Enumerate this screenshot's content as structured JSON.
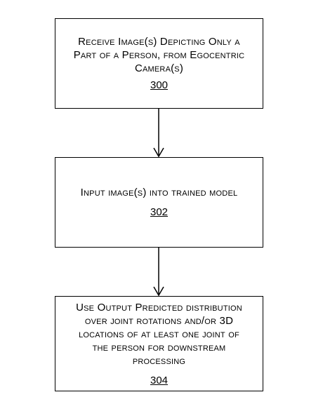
{
  "flowchart": {
    "steps": [
      {
        "text": "Receive Image(s) Depicting Only a\nPart of a Person, from Egocentric\nCamera(s)",
        "ref": "300"
      },
      {
        "text": "Input image(s) into trained model",
        "ref": "302"
      },
      {
        "text": "Use Output Predicted distribution\nover joint rotations and/or 3D\nlocations of at least one joint of\nthe person for downstream\nprocessing",
        "ref": "304"
      }
    ],
    "colors": {
      "line": "#000000",
      "background": "#ffffff"
    }
  }
}
